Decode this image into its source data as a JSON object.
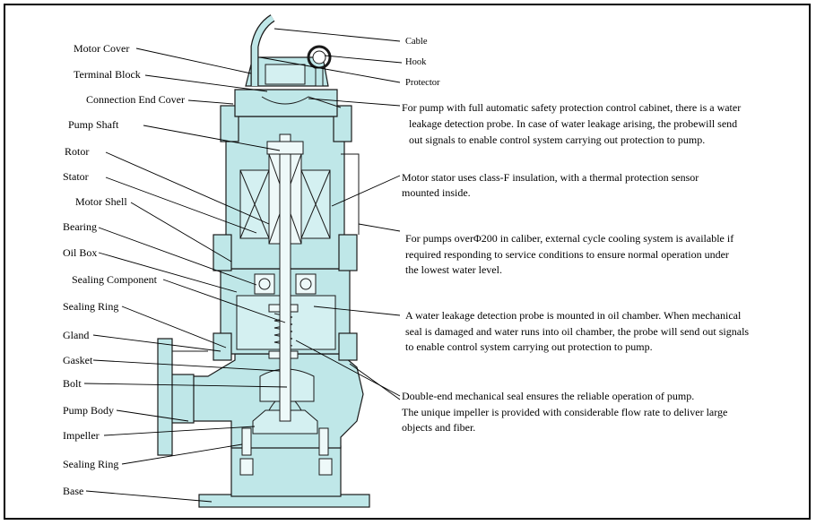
{
  "labels_left": [
    "Motor Cover",
    "Terminal Block",
    "Connection End Cover",
    "Pump Shaft",
    "Rotor",
    "Stator",
    "Motor Shell",
    "Bearing",
    "Oil Box",
    "Sealing Component",
    "Sealing Ring",
    "Gland",
    "Gasket",
    "Bolt",
    "Pump Body",
    "Impeller",
    "Sealing Ring",
    "Base"
  ],
  "labels_right": [
    "Cable",
    "Hook",
    "Protector"
  ],
  "notes": [
    [
      "For pump with full automatic safety protection control cabinet, there is a water",
      "leakage detection probe. In case of water leakage arising, the probewill send",
      "out signals to enable control system carrying out protection to pump."
    ],
    [
      "Motor stator uses class-F insulation, with a thermal protection sensor",
      "mounted inside."
    ],
    [
      "For pumps overΦ200 in caliber, external cycle cooling system is available if",
      "required responding to service conditions to ensure normal operation under",
      "the lowest water level."
    ],
    [
      "A water leakage detection probe is mounted in oil chamber. When mechanical",
      "seal is damaged and water runs into oil chamber, the probe will send out signals",
      "to enable control system carrying out protection to pump."
    ],
    [
      "Double-end mechanical seal ensures the reliable operation of pump.",
      "The unique impeller is provided with considerable flow rate to deliver large",
      "objects and fiber."
    ]
  ]
}
